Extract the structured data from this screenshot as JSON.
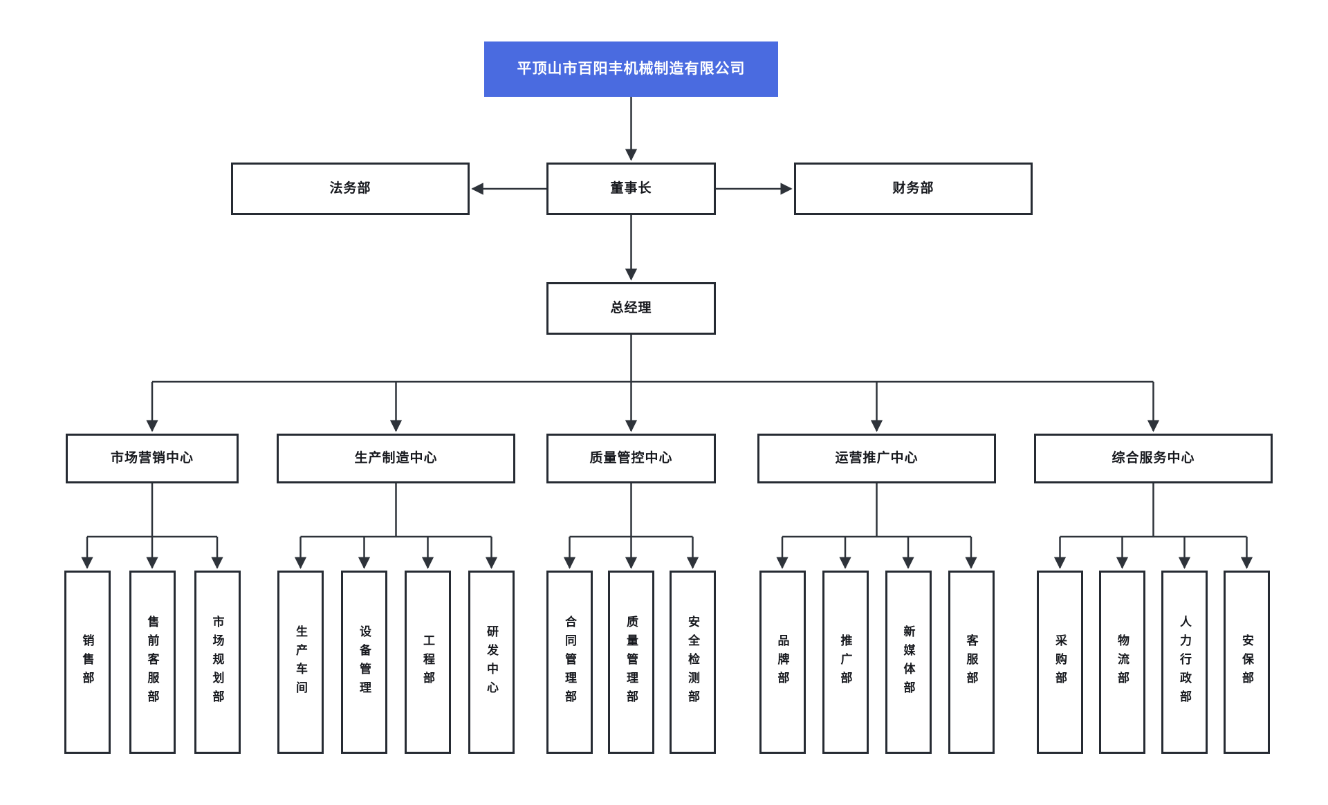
{
  "org_chart": {
    "company": {
      "label": "平顶山市百阳丰机械制造有限公司"
    },
    "level2": {
      "legal": {
        "label": "法务部"
      },
      "chairman": {
        "label": "董事长"
      },
      "finance": {
        "label": "财务部"
      }
    },
    "general_manager": {
      "label": "总经理"
    },
    "centers": [
      {
        "label": "市场营销中心",
        "departments": [
          {
            "label": "销售部"
          },
          {
            "label": "售前客服部"
          },
          {
            "label": "市场规划部"
          }
        ]
      },
      {
        "label": "生产制造中心",
        "departments": [
          {
            "label": "生产车间"
          },
          {
            "label": "设备管理"
          },
          {
            "label": "工程部"
          },
          {
            "label": "研发中心"
          }
        ]
      },
      {
        "label": "质量管控中心",
        "departments": [
          {
            "label": "合同管理部"
          },
          {
            "label": "质量管理部"
          },
          {
            "label": "安全检测部"
          }
        ]
      },
      {
        "label": "运营推广中心",
        "departments": [
          {
            "label": "品牌部"
          },
          {
            "label": "推广部"
          },
          {
            "label": "新媒体部"
          },
          {
            "label": "客服部"
          }
        ]
      },
      {
        "label": "综合服务中心",
        "departments": [
          {
            "label": "采购部"
          },
          {
            "label": "物流部"
          },
          {
            "label": "人力行政部"
          },
          {
            "label": "安保部"
          }
        ]
      }
    ],
    "colors": {
      "company_bg": "#4a6be0",
      "company_text": "#ffffff",
      "box_bg": "#ffffff",
      "box_border": "#262b33",
      "box_text": "#16181d",
      "connector": "#2e333a",
      "page_bg": "#ffffff"
    }
  }
}
